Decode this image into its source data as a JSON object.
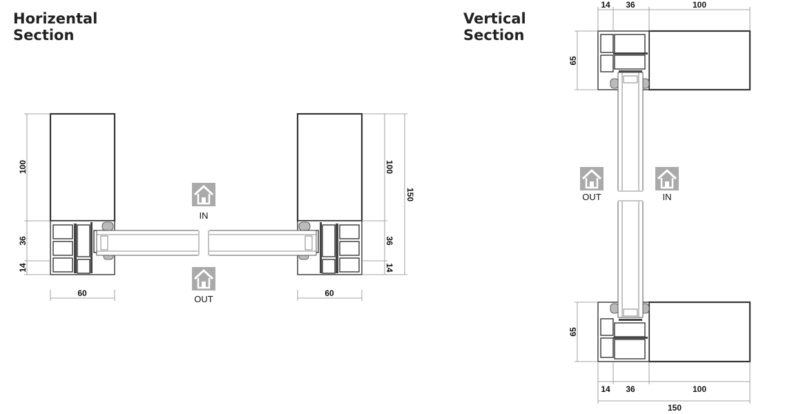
{
  "titles": {
    "horizontal": [
      "Horizental",
      "Section"
    ],
    "vertical": [
      "Vertical",
      "Section"
    ]
  },
  "horizontal_section": {
    "left_dims": {
      "depth_100": "100",
      "depth_36": "36",
      "depth_14": "14",
      "width_60": "60"
    },
    "right_dims": {
      "depth_100": "100",
      "depth_36": "36",
      "depth_14": "14",
      "width_60": "60",
      "total_150": "150"
    },
    "in_label": "IN",
    "out_label": "OUT"
  },
  "vertical_section": {
    "top_dims": {
      "d14": "14",
      "d36": "36",
      "d100": "100",
      "height_65": "65"
    },
    "bottom_dims": {
      "d14": "14",
      "d36": "36",
      "d100": "100",
      "height_65": "65",
      "total_150": "150"
    },
    "out_label": "OUT",
    "in_label": "IN"
  },
  "colors": {
    "line": "#333333",
    "icon": "#aaaaaa",
    "text": "#111111"
  }
}
